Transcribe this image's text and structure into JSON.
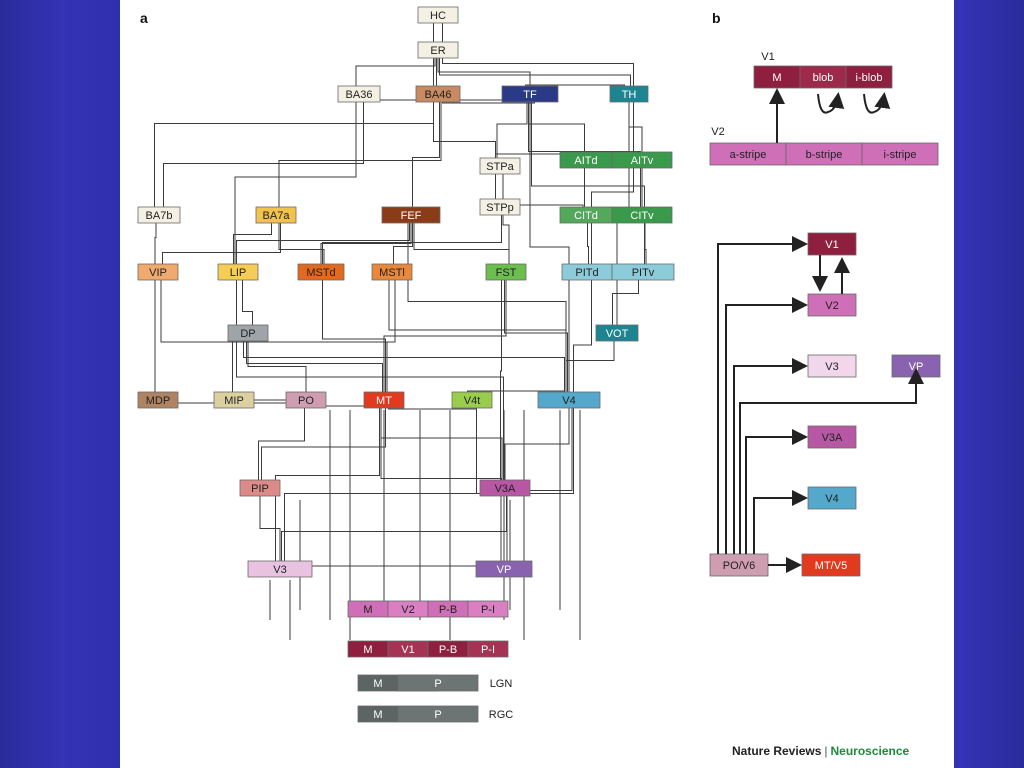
{
  "panel_a": {
    "label": "a",
    "areas": [
      {
        "id": "HC",
        "label": "HC",
        "color": "#f4f1e4",
        "text": "#222"
      },
      {
        "id": "ER",
        "label": "ER",
        "color": "#f4f1e4",
        "text": "#222"
      },
      {
        "id": "BA36",
        "label": "BA36",
        "color": "#f4f1e4",
        "text": "#222"
      },
      {
        "id": "BA46",
        "label": "BA46",
        "color": "#c98a62",
        "text": "#222"
      },
      {
        "id": "TF",
        "label": "TF",
        "color": "#2b3a86",
        "text": "#ffffff"
      },
      {
        "id": "TH",
        "label": "TH",
        "color": "#1d8592",
        "text": "#ffffff"
      },
      {
        "id": "STPa",
        "label": "STPa",
        "color": "#f4f1e4",
        "text": "#222"
      },
      {
        "id": "AITd",
        "label": "AITd",
        "color": "#3a9a4c",
        "text": "#ffffff"
      },
      {
        "id": "AITv",
        "label": "AITv",
        "color": "#3a9a4c",
        "text": "#ffffff"
      },
      {
        "id": "BA7b",
        "label": "BA7b",
        "color": "#f4f1e4",
        "text": "#222"
      },
      {
        "id": "BA7a",
        "label": "BA7a",
        "color": "#f2c34c",
        "text": "#222"
      },
      {
        "id": "FEF",
        "label": "FEF",
        "color": "#8a3c18",
        "text": "#ffffff"
      },
      {
        "id": "STPp",
        "label": "STPp",
        "color": "#f4f1e4",
        "text": "#222"
      },
      {
        "id": "CITd",
        "label": "CITd",
        "color": "#53a85b",
        "text": "#ffffff"
      },
      {
        "id": "CITv",
        "label": "CITv",
        "color": "#3a9a4c",
        "text": "#ffffff"
      },
      {
        "id": "VIP",
        "label": "VIP",
        "color": "#f0aa6e",
        "text": "#222"
      },
      {
        "id": "LIP",
        "label": "LIP",
        "color": "#f5cd55",
        "text": "#222"
      },
      {
        "id": "MSTd",
        "label": "MSTd",
        "color": "#e16a1d",
        "text": "#222"
      },
      {
        "id": "MSTl",
        "label": "MSTl",
        "color": "#e9873a",
        "text": "#222"
      },
      {
        "id": "FST",
        "label": "FST",
        "color": "#6cbf4c",
        "text": "#222"
      },
      {
        "id": "PITd",
        "label": "PITd",
        "color": "#8ccbd9",
        "text": "#222"
      },
      {
        "id": "PITv",
        "label": "PITv",
        "color": "#8ccbd9",
        "text": "#222"
      },
      {
        "id": "DP",
        "label": "DP",
        "color": "#9fa4a8",
        "text": "#222"
      },
      {
        "id": "VOT",
        "label": "VOT",
        "color": "#1d8592",
        "text": "#ffffff"
      },
      {
        "id": "MDP",
        "label": "MDP",
        "color": "#b08463",
        "text": "#222"
      },
      {
        "id": "MIP",
        "label": "MIP",
        "color": "#ddd0a0",
        "text": "#222"
      },
      {
        "id": "PO",
        "label": "PO",
        "color": "#cf9db0",
        "text": "#222"
      },
      {
        "id": "MT",
        "label": "MT",
        "color": "#e23a1e",
        "text": "#ffffff"
      },
      {
        "id": "V4t",
        "label": "V4t",
        "color": "#9acd4c",
        "text": "#222"
      },
      {
        "id": "V4",
        "label": "V4",
        "color": "#53a8cc",
        "text": "#222"
      },
      {
        "id": "PIP",
        "label": "PIP",
        "color": "#dc8a88",
        "text": "#222"
      },
      {
        "id": "V3A",
        "label": "V3A",
        "color": "#b858a4",
        "text": "#222"
      },
      {
        "id": "V3",
        "label": "V3",
        "color": "#e8c2e0",
        "text": "#222"
      },
      {
        "id": "VP",
        "label": "VP",
        "color": "#8a63b0",
        "text": "#ffffff"
      }
    ],
    "v2_row": [
      "M",
      "V2",
      "P-B",
      "P-I"
    ],
    "v1_row": [
      "M",
      "V1",
      "P-B",
      "P-I"
    ],
    "lgn_row": [
      "M",
      "P"
    ],
    "rgc_row": [
      "M",
      "P"
    ],
    "lgn_label": "LGN",
    "rgc_label": "RGC"
  },
  "panel_b": {
    "label": "b",
    "v1_title": "V1",
    "v1_cells": [
      "M",
      "blob",
      "i-blob"
    ],
    "v2_title": "V2",
    "v2_cells": [
      "a-stripe",
      "b-stripe",
      "i-stripe"
    ],
    "lower": [
      {
        "id": "bV1",
        "label": "V1",
        "color": "#8e1f3e",
        "text": "#ffffff"
      },
      {
        "id": "bV2",
        "label": "V2",
        "color": "#cf6fb7",
        "text": "#222"
      },
      {
        "id": "bV3",
        "label": "V3",
        "color": "#f1d6ec",
        "text": "#222"
      },
      {
        "id": "bVP",
        "label": "VP",
        "color": "#8a63b0",
        "text": "#ffffff"
      },
      {
        "id": "bV3A",
        "label": "V3A",
        "color": "#b858a4",
        "text": "#222"
      },
      {
        "id": "bV4",
        "label": "V4",
        "color": "#53a8cc",
        "text": "#222"
      },
      {
        "id": "bPO",
        "label": "PO/V6",
        "color": "#cf9db0",
        "text": "#222"
      },
      {
        "id": "bMT",
        "label": "MT/V5",
        "color": "#e23a1e",
        "text": "#ffffff"
      }
    ]
  },
  "footer": {
    "publisher": "Nature Reviews",
    "separator": "|",
    "journal": "Neuroscience"
  }
}
